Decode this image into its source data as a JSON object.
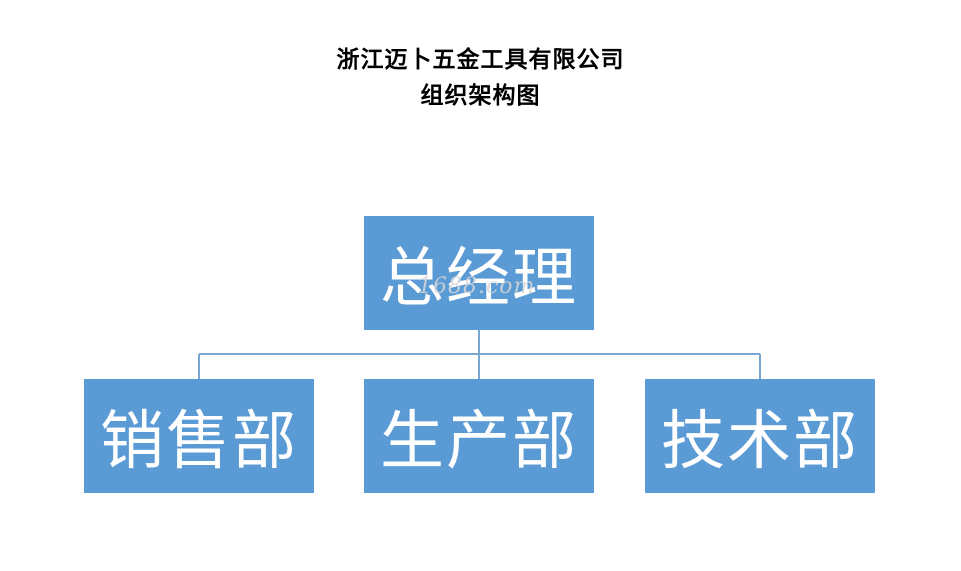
{
  "header": {
    "company": "浙江迈卜五金工具有限公司",
    "subtitle": "组织架构图"
  },
  "org": {
    "root": "总经理",
    "children": [
      "销售部",
      "生产部",
      "技术部"
    ]
  },
  "watermark": "1688.com",
  "colors": {
    "node_fill": "#5b9bd5",
    "connector": "#7aa7cf",
    "node_text": "#ffffff"
  }
}
